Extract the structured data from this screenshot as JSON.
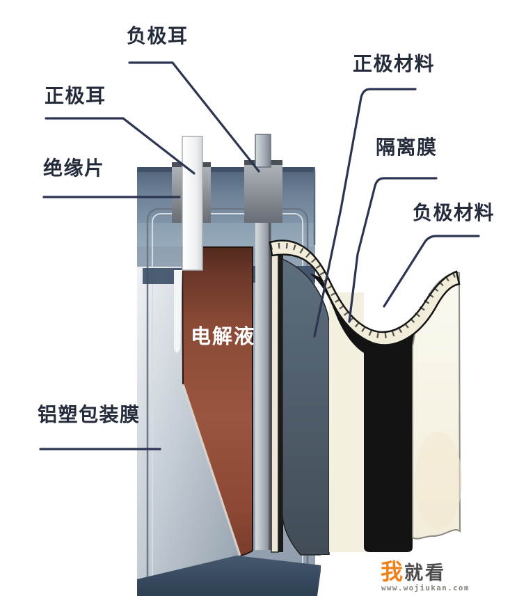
{
  "diagram": {
    "labels": {
      "negative_tab": "负极耳",
      "positive_tab": "正极耳",
      "insulation_sheet": "绝缘片",
      "cathode_material": "正极材料",
      "separator_film": "隔离膜",
      "anode_material": "负极材料",
      "electrolyte": "电解液",
      "aluminum_plastic_film": "铝塑包装膜"
    },
    "colors": {
      "label_text": "#242b3b",
      "leader_line": "#2b3450",
      "casing_blue": "#7d91a6",
      "casing_silver": "#b3bdc7",
      "electrolyte_brown": "#96513a",
      "cathode_slate": "#4e5f6e",
      "separator_cream": "#f3efdd",
      "anode_black": "#141414"
    }
  },
  "watermark": {
    "brand_first_char": "我",
    "brand_rest": "就看",
    "url": "www.wojiukan.com",
    "accent_color": "#f0821e"
  }
}
